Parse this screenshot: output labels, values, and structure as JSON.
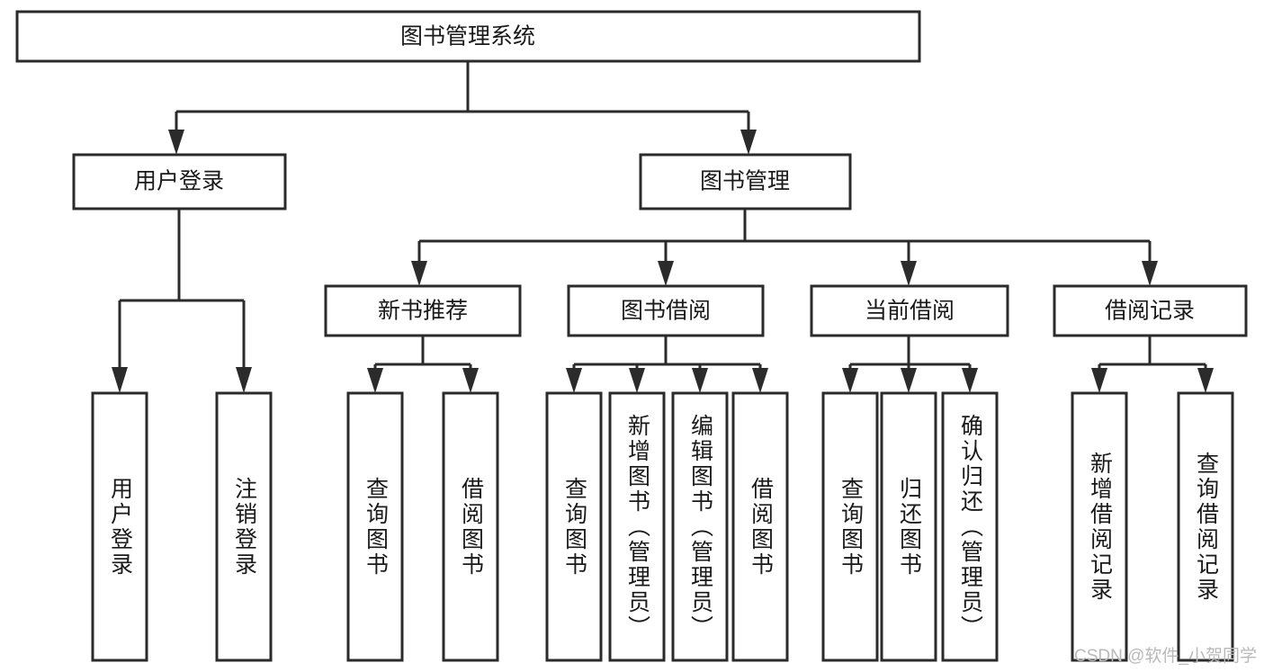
{
  "diagram": {
    "type": "tree-hierarchy-diagram",
    "title_node": {
      "label": "图书管理系统"
    },
    "level2": [
      {
        "label": "用户登录"
      },
      {
        "label": "图书管理"
      }
    ],
    "level3": [
      {
        "label": "新书推荐"
      },
      {
        "label": "图书借阅"
      },
      {
        "label": "当前借阅"
      },
      {
        "label": "借阅记录"
      }
    ],
    "leaves": {
      "user_login": [
        {
          "label": "用户登录"
        },
        {
          "label": "注销登录"
        }
      ],
      "new_book_recommend": [
        {
          "label": "查询图书"
        },
        {
          "label": "借阅图书"
        }
      ],
      "book_borrow": [
        {
          "label": "查询图书"
        },
        {
          "label": "新增图书（管理员）"
        },
        {
          "label": "编辑图书（管理员）"
        },
        {
          "label": "借阅图书"
        }
      ],
      "current_borrow": [
        {
          "label": "查询图书"
        },
        {
          "label": "归还图书"
        },
        {
          "label": "确认归还（管理员）"
        }
      ],
      "borrow_record": [
        {
          "label": "新增借阅记录"
        },
        {
          "label": "查询借阅记录"
        }
      ]
    },
    "watermark": "CSDN @软件_小贺同学",
    "colors": {
      "stroke": "#2b2b2b",
      "fill": "#ffffff",
      "text": "#1a1a1a",
      "watermark": "#b9b9b9",
      "background": "#ffffff"
    }
  }
}
